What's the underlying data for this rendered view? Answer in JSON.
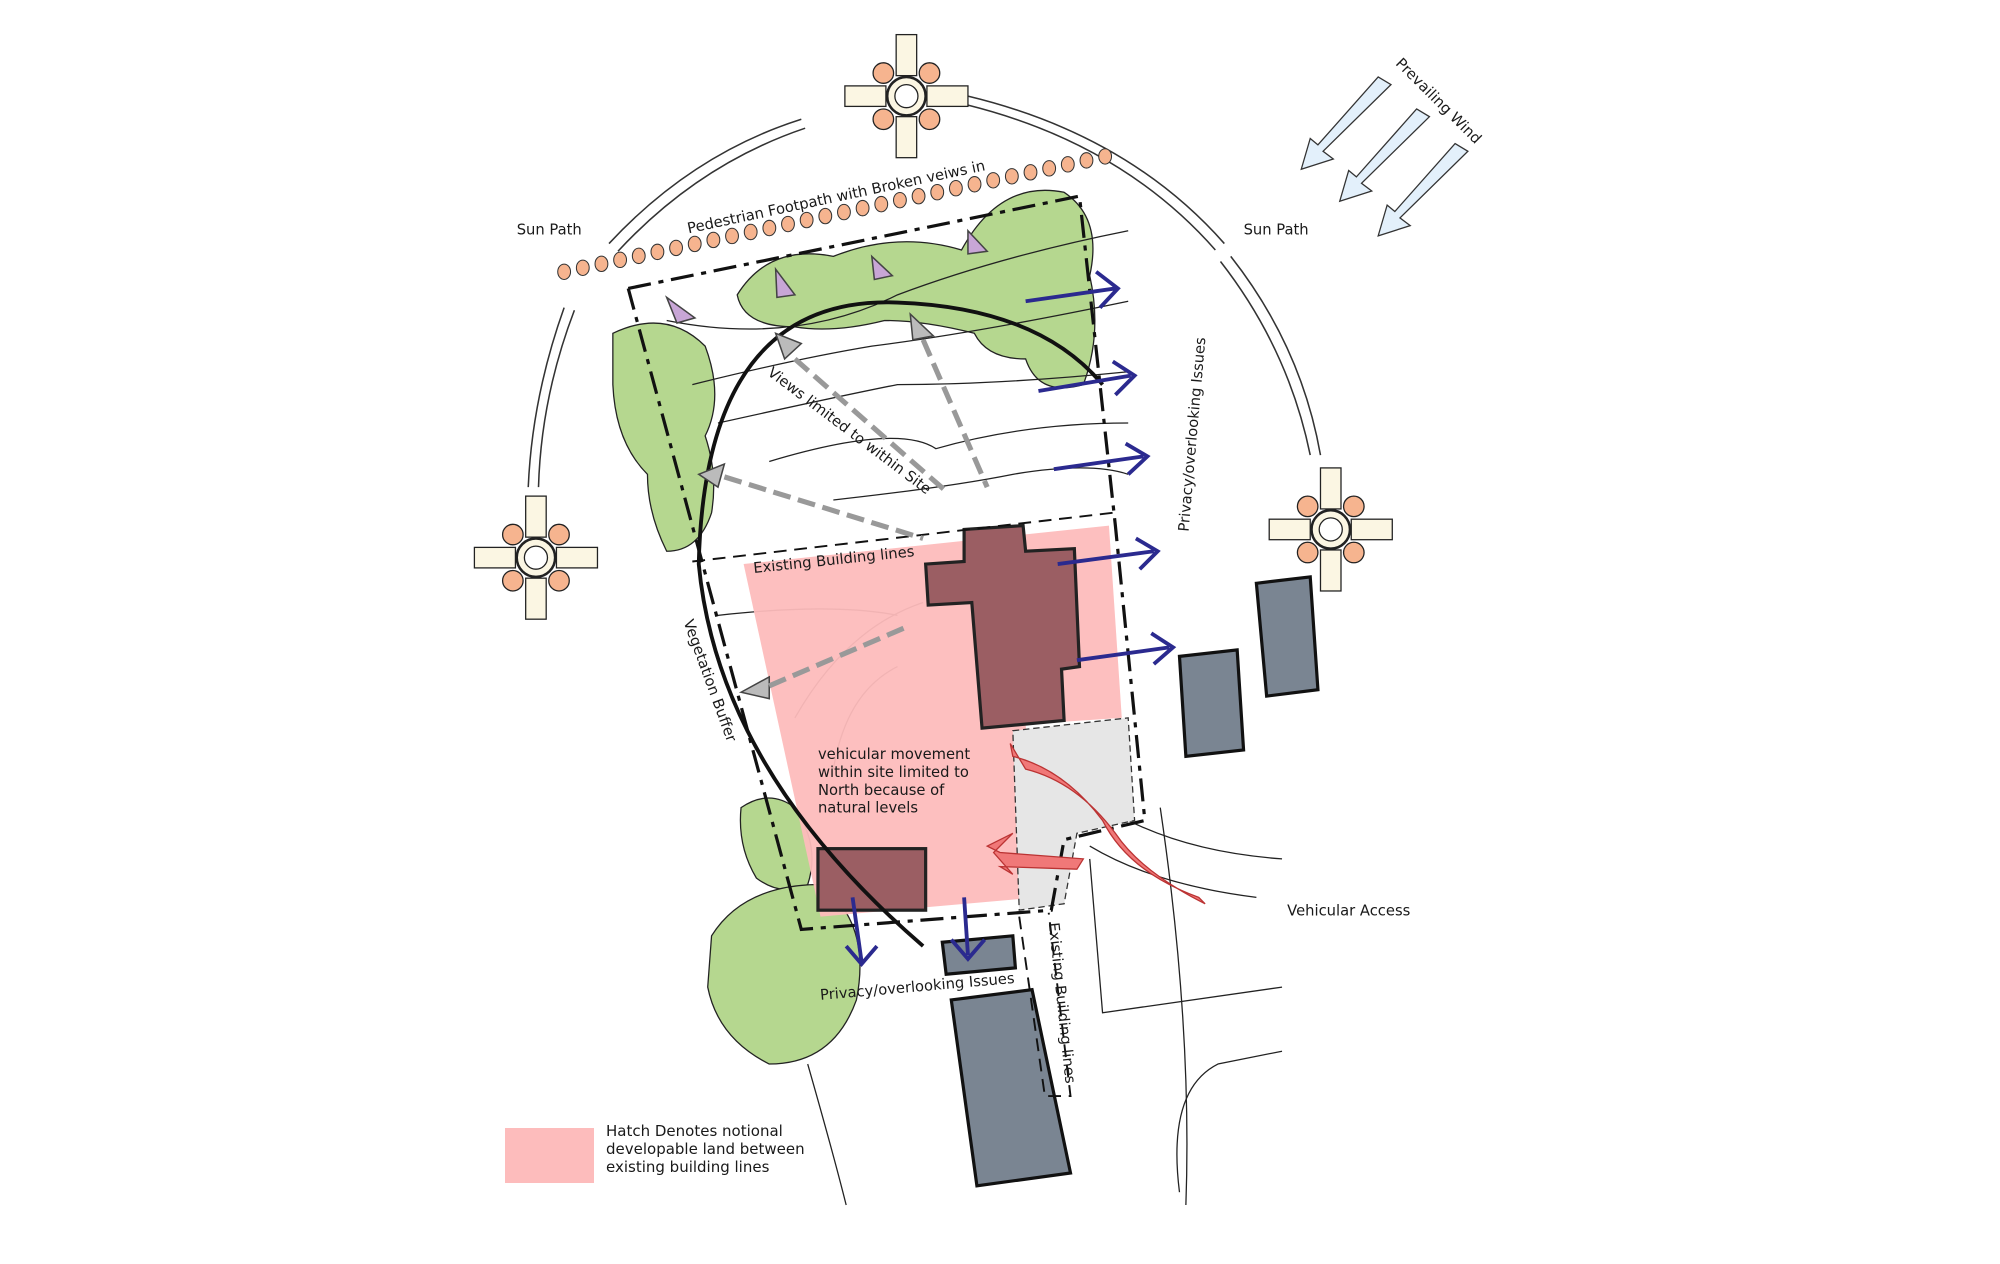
{
  "labels": {
    "sun_path_left": "Sun Path",
    "sun_path_right": "Sun Path",
    "footpath": "Pedestrian Footpath with Broken veiws in",
    "prevailing_wind": "Prevailing Wind",
    "views_limited": "Views limited to within Site",
    "privacy_east": "Privacy/overlooking Issues",
    "privacy_south": "Privacy/overlooking Issues",
    "building_lines_north": "Existing Building lines",
    "building_lines_east": "Existing Building lines",
    "vegetation_buffer": "Vegetation Buffer",
    "vehicular_movement": [
      "vehicular movement",
      "within site limited to",
      "North because of",
      "natural levels"
    ],
    "vehicular_access": "Vehicular Access"
  },
  "legend": {
    "text": "Hatch Denotes notional developable land between existing building lines",
    "swatch_color": "#fdbcbc"
  },
  "colors": {
    "developable": "#fdbcbc",
    "existing_building": "#9b5e63",
    "neighbour_building": "#7a8592",
    "vegetation": "#b5d78f",
    "privacy_arrow": "#2b2a8f",
    "access_arrow": "#f07878",
    "view_arrow": "#c8a6d6",
    "wind": "#e3f0fb",
    "sun": "#f6b48f"
  }
}
